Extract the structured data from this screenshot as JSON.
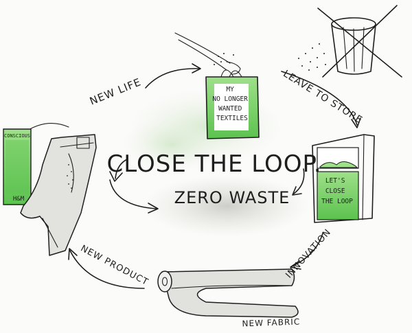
{
  "title": "CLOSE THE LOOP.",
  "subtitle": "ZERO WASTE",
  "steps": {
    "new_life": "NEW LIFE",
    "leave_to_store": "LEAVE TO STORE",
    "innovation": "INNOVATION",
    "new_fabric": "NEW FABRIC",
    "new_product": "NEW PRODUCT"
  },
  "bag_text": [
    "MY",
    "NO LONGER",
    "WANTED",
    "TEXTILES"
  ],
  "bin_text": [
    "LET'S",
    "CLOSE",
    "THE LOOP"
  ],
  "tag": {
    "top": "CONSCIOUS",
    "bottom": "H&M"
  },
  "colors": {
    "green": "#7fd06a",
    "green_dark": "#3fae3a",
    "grey_wash": "#c9c9c4",
    "ink": "#1e1e1e"
  }
}
